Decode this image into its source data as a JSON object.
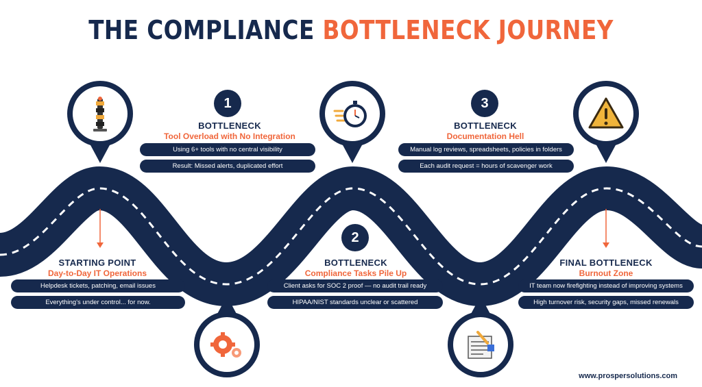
{
  "title": {
    "part1": "THE COMPLIANCE",
    "part2": "BOTTLENECK JOURNEY"
  },
  "colors": {
    "navy": "#16294d",
    "orange": "#f0663b",
    "white": "#ffffff"
  },
  "stages": [
    {
      "number": "",
      "heading": "STARTING POINT",
      "subheading": "Day-to-Day IT Operations",
      "icon": "gear-icon",
      "bullets": [
        "Helpdesk tickets, patching, email issues",
        "Everything's under control... for now."
      ]
    },
    {
      "number": "1",
      "heading": "BOTTLENECK",
      "subheading": "Tool Overload with No Integration",
      "icon": "traffic-light-icon",
      "bullets": [
        "Using 6+ tools with no central visibility",
        "Result: Missed alerts, duplicated effort"
      ]
    },
    {
      "number": "2",
      "heading": "BOTTLENECK",
      "subheading": "Compliance Tasks Pile Up",
      "icon": "stopwatch-icon",
      "bullets": [
        "Client asks for SOC 2 proof — no audit trail ready",
        "HIPAA/NIST standards unclear or scattered"
      ]
    },
    {
      "number": "3",
      "heading": "BOTTLENECK",
      "subheading": "Documentation Hell",
      "icon": "document-pen-icon",
      "bullets": [
        "Manual log reviews, spreadsheets, policies in folders",
        "Each audit request = hours of scavenger work"
      ]
    },
    {
      "number": "",
      "heading": "FINAL BOTTLENECK",
      "subheading": "Burnout Zone",
      "icon": "warning-icon",
      "bullets": [
        "IT team now firefighting instead of improving systems",
        "High turnover risk, security gaps, missed renewals"
      ]
    }
  ],
  "footer": {
    "url": "www.prospersolutions.com"
  }
}
